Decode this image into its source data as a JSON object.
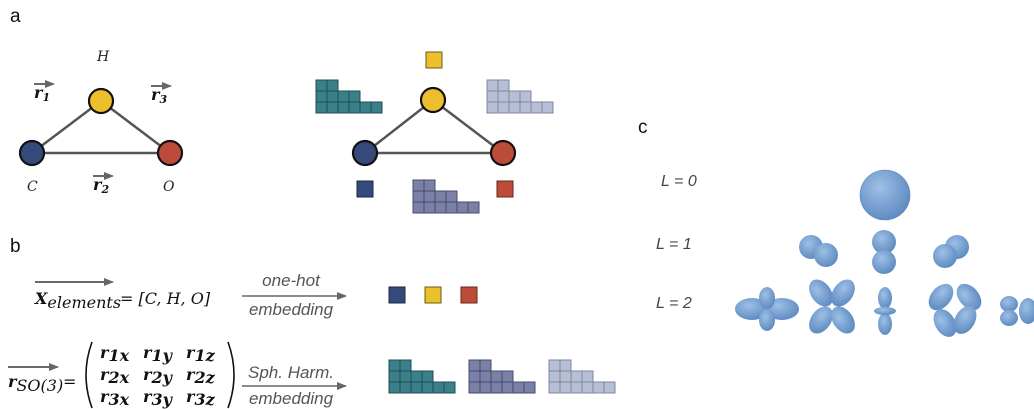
{
  "panels": {
    "a": "a",
    "b": "b",
    "c": "c"
  },
  "colors": {
    "carbon": "#35497a",
    "hydrogen": "#ecc02d",
    "oxygen": "#bd4b3a",
    "bond": "#555555",
    "teal": "#3b7f88",
    "slate": "#7a80a6",
    "light": "#b6bfd4",
    "orbital": "#6e9bd0"
  },
  "molecule": {
    "atoms": {
      "H": "H",
      "C": "C",
      "O": "O"
    },
    "vectors": {
      "r1": "1",
      "r2": "2",
      "r3": "3"
    }
  },
  "row_elements": {
    "symbol": "X",
    "subscript": "elements",
    "value": "= [C, H, O]",
    "arrow_top": "one-hot",
    "arrow_bottom": "embedding"
  },
  "row_so3": {
    "symbol": "r",
    "subscript": "SO(3)",
    "equals": "=",
    "matrix": [
      [
        "r",
        "1x",
        "r",
        "1y",
        "r",
        "1z"
      ],
      [
        "r",
        "2x",
        "r",
        "2y",
        "r",
        "2z"
      ],
      [
        "r",
        "3x",
        "r",
        "3y",
        "r",
        "3z"
      ]
    ],
    "arrow_top": "Sph. Harm.",
    "arrow_bottom": "embedding"
  },
  "harmonics": {
    "l0": "L = 0",
    "l1": "L = 1",
    "l2": "L = 2"
  }
}
